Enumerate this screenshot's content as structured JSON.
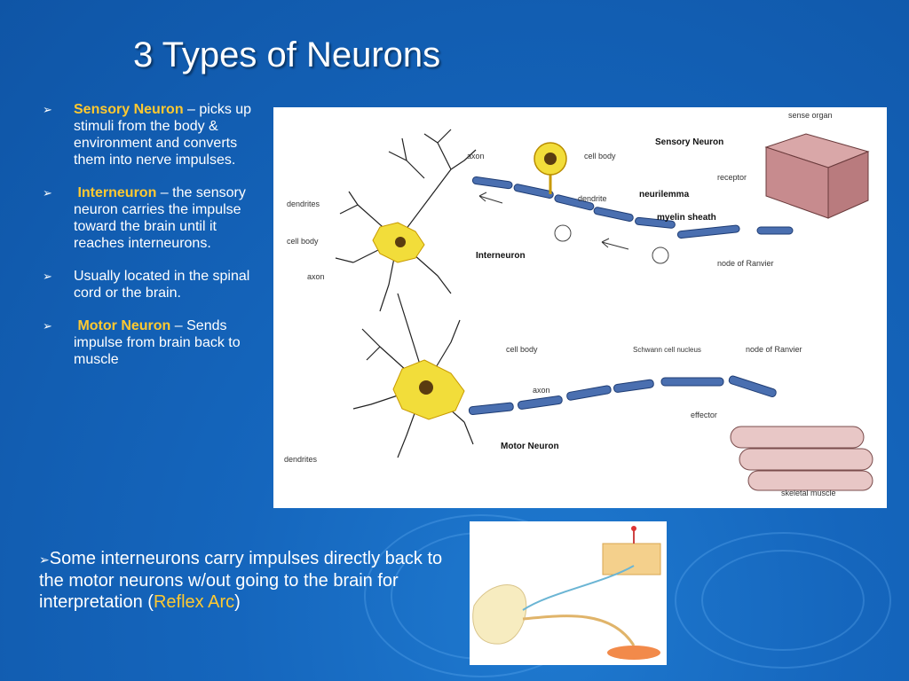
{
  "slide": {
    "title": "3 Types of Neurons"
  },
  "bullets": [
    {
      "term": "Sensory Neuron",
      "text": " – picks up stimuli from the body & environment and converts them into nerve impulses."
    },
    {
      "term": " Interneuron",
      "text": " – the sensory neuron carries the impulse toward the brain until it reaches interneurons."
    },
    {
      "term": "",
      "text": "Usually located in the spinal cord or the brain."
    },
    {
      "term": " Motor Neuron",
      "text": " – Sends impulse from brain back to muscle"
    }
  ],
  "bottom": {
    "text": "Some interneurons carry impulses directly back to the motor neurons w/out going to the brain for interpretation (",
    "highlight": "Reflex Arc",
    "close": ")"
  },
  "diagram": {
    "sensory_title": "Sensory Neuron",
    "inter_title": "Interneuron",
    "motor_title": "Motor Neuron",
    "sense_organ": "sense organ",
    "axon1": "axon",
    "cell_body1": "cell body",
    "dendrite": "dendrite",
    "neurilemma": "neurilemma",
    "myelin": "myelin sheath",
    "receptor": "receptor",
    "dendrites1": "dendrites",
    "cell_body2": "cell body",
    "axon2": "axon",
    "ranvier1": "node of Ranvier",
    "cell_body3": "cell body",
    "schwann": "Schwann cell nucleus",
    "ranvier2": "node of Ranvier",
    "axon3": "axon",
    "effector": "effector",
    "dendrites2": "dendrites",
    "skeletal": "skeletal muscle"
  },
  "colors": {
    "background": "#1566bd",
    "highlight": "#ffc930",
    "neuron": "#f2dd3a",
    "axon": "#3b5f9e"
  }
}
